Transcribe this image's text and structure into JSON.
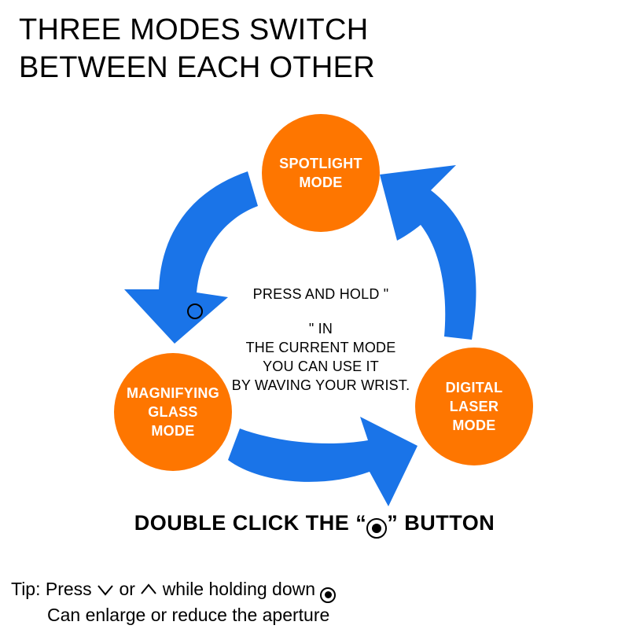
{
  "title": {
    "line1": "THREE MODES SWITCH",
    "line2": "BETWEEN EACH OTHER"
  },
  "colors": {
    "node_fill": "#fe7600",
    "arrow_fill": "#1a74e8",
    "text": "#000000"
  },
  "nodes": {
    "spotlight": {
      "line1": "SPOTLIGHT",
      "line2": "MODE"
    },
    "magnifying": {
      "line1": "MAGNIFYING",
      "line2": "GLASS",
      "line3": "MODE"
    },
    "laser": {
      "line1": "DIGITAL",
      "line2": "LASER",
      "line3": "MODE"
    }
  },
  "center_text": {
    "line1_prefix": "PRESS AND HOLD \"",
    "line1_suffix": "\" IN",
    "line2": "THE CURRENT MODE",
    "line3": "YOU CAN USE IT",
    "line4": "BY WAVING YOUR WRIST."
  },
  "double_click": {
    "prefix": "DOUBLE CLICK THE “",
    "suffix": "” BUTTON"
  },
  "tip": {
    "part1": "Tip: Press",
    "part2": "or",
    "part3": "while holding down",
    "line2": "Can enlarge or reduce the aperture"
  },
  "icons": {
    "power": "circle-dot-button-icon",
    "down": "chevron-down-icon",
    "up": "chevron-up-icon"
  }
}
